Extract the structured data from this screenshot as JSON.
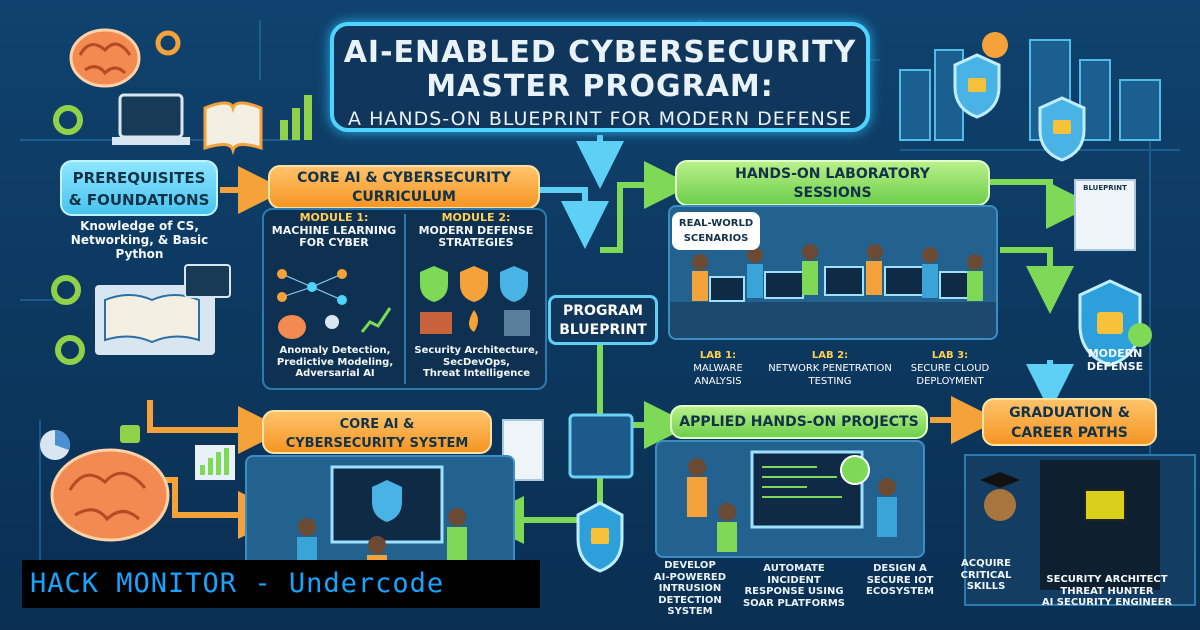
{
  "title": {
    "line1": "AI-ENABLED CYBERSECURITY",
    "line2": "MASTER PROGRAM:",
    "subtitle": "A HANDS-ON BLUEPRINT FOR MODERN DEFENSE"
  },
  "prerequisites": {
    "heading_line1": "PREREQUISITES",
    "heading_line2": "& FOUNDATIONS",
    "text_line1": "Knowledge of CS,",
    "text_line2": "Networking, & Basic",
    "text_line3": "Python"
  },
  "curriculum": {
    "heading_line1": "CORE AI & CYBERSECURITY",
    "heading_line2": "CURRICULUM",
    "module1": {
      "label": "MODULE 1:",
      "title_line1": "MACHINE LEARNING",
      "title_line2": "FOR CYBER",
      "desc_line1": "Anomaly Detection,",
      "desc_line2": "Predictive Modeling,",
      "desc_line3": "Adversarial AI"
    },
    "module2": {
      "label": "MODULE 2:",
      "title_line1": "MODERN DEFENSE",
      "title_line2": "STRATEGIES",
      "desc_line1": "Security Architecture,",
      "desc_line2": "SecDevOps,",
      "desc_line3": "Threat Intelligence"
    }
  },
  "program_blueprint": {
    "line1": "PROGRAM",
    "line2": "BLUEPRINT"
  },
  "labs": {
    "heading_line1": "HANDS-ON LABORATORY",
    "heading_line2": "SESSIONS",
    "callout_line1": "REAL-WORLD",
    "callout_line2": "SCENARIOS",
    "lab1": {
      "label": "LAB 1:",
      "line1": "MALWARE",
      "line2": "ANALYSIS"
    },
    "lab2": {
      "label": "LAB 2:",
      "line1": "NETWORK PENETRATION",
      "line2": "TESTING"
    },
    "lab3": {
      "label": "LAB 3:",
      "line1": "SECURE CLOUD",
      "line2": "DEPLOYMENT"
    }
  },
  "blueprint_doc": {
    "label": "BLUEPRINT"
  },
  "modern_defense": {
    "line1": "MODERN",
    "line2": "DEFENSE"
  },
  "core_system": {
    "heading_line1": "CORE AI &",
    "heading_line2": "CYBERSECURITY SYSTEM"
  },
  "projects": {
    "heading": "APPLIED HANDS-ON PROJECTS",
    "p1_line1": "DEVELOP",
    "p1_line2": "AI-POWERED",
    "p1_line3": "INTRUSION",
    "p1_line4": "DETECTION",
    "p1_line5": "SYSTEM",
    "p2_line1": "AUTOMATE",
    "p2_line2": "INCIDENT",
    "p2_line3": "RESPONSE USING",
    "p2_line4": "SOAR PLATFORMS",
    "p3_line1": "DESIGN A",
    "p3_line2": "SECURE IOT",
    "p3_line3": "ECOSYSTEM"
  },
  "graduation": {
    "heading_line1": "GRADUATION &",
    "heading_line2": "CAREER PATHS",
    "skills_line1": "ACQUIRE",
    "skills_line2": "CRITICAL",
    "skills_line3": "SKILLS",
    "role1": "SECURITY ARCHITECT",
    "role2": "THREAT HUNTER",
    "role3": "AI SECURITY ENGINEER"
  },
  "watermark": "HACK MONITOR - Undercode",
  "colors": {
    "background": "#0d3a63",
    "title_border": "#4fd3ff",
    "blue_pill": "#47c3ef",
    "orange_pill": "#f59524",
    "green_pill": "#6dcf4b",
    "module_label": "#ffcf52",
    "watermark_text": "#17a4ff"
  }
}
